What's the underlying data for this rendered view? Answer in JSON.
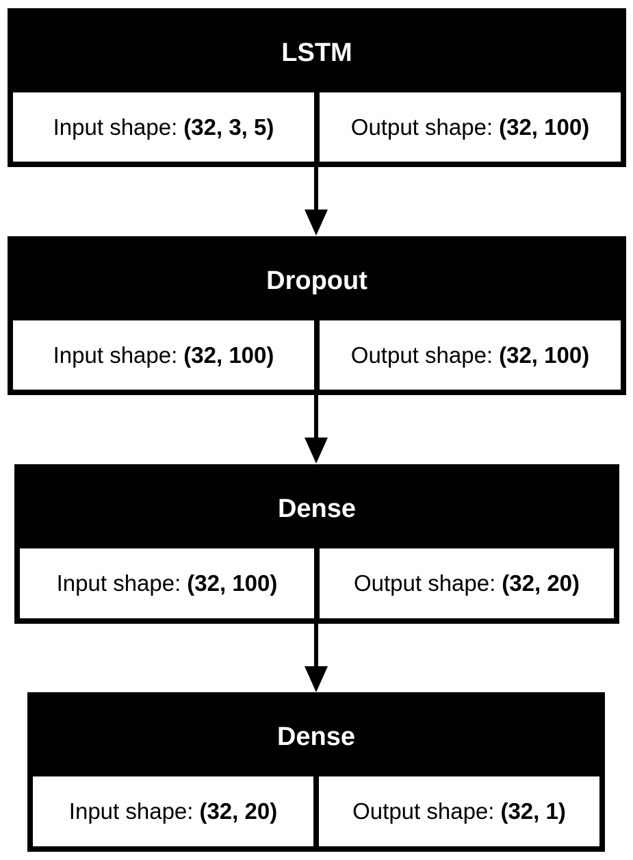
{
  "diagram": {
    "layers": [
      {
        "name": "LSTM",
        "input_label": "Input shape:",
        "input_value": "(32, 3, 5)",
        "output_label": "Output shape:",
        "output_value": "(32, 100)"
      },
      {
        "name": "Dropout",
        "input_label": "Input shape:",
        "input_value": "(32, 100)",
        "output_label": "Output shape:",
        "output_value": "(32, 100)"
      },
      {
        "name": "Dense",
        "input_label": "Input shape:",
        "input_value": "(32, 100)",
        "output_label": "Output shape:",
        "output_value": "(32, 20)"
      },
      {
        "name": "Dense",
        "input_label": "Input shape:",
        "input_value": "(32, 20)",
        "output_label": "Output shape:",
        "output_value": "(32, 1)"
      }
    ],
    "colors": {
      "box_header": "#000000",
      "header_text": "#ffffff",
      "body_background": "#ffffff",
      "arrow": "#000000"
    }
  }
}
